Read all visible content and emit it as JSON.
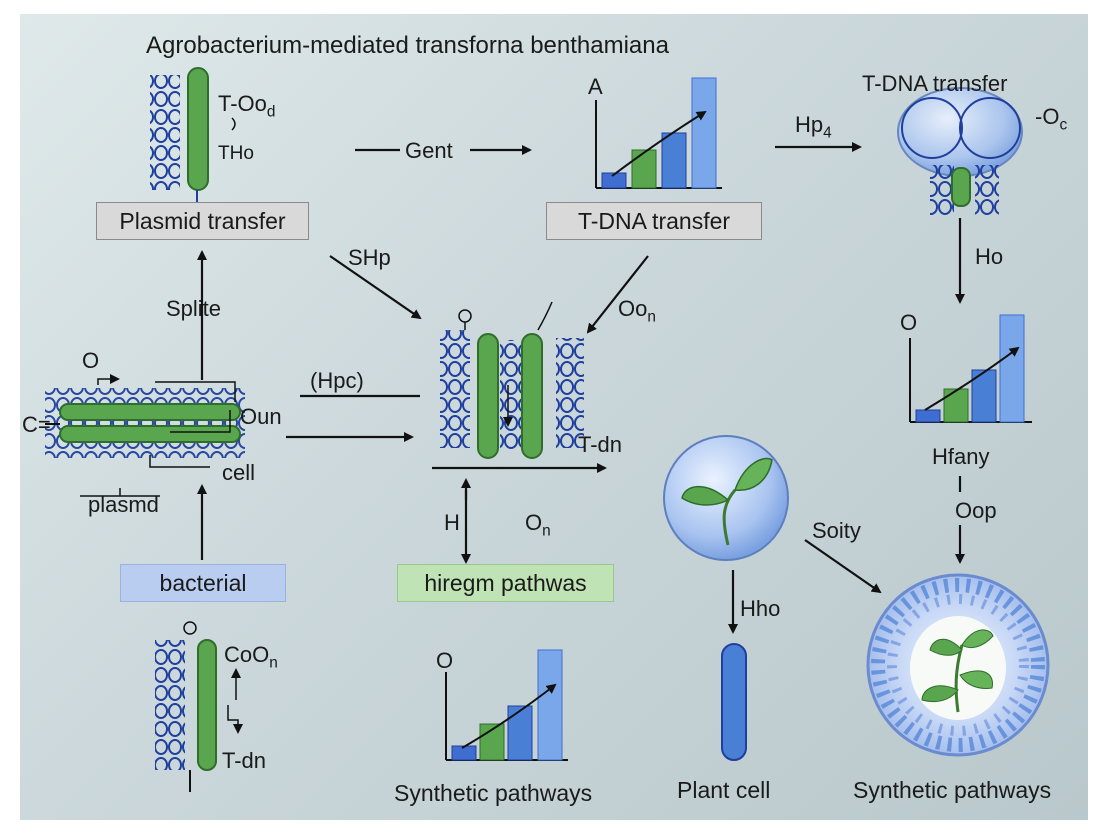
{
  "title": "Agrobacterium-mediated transforna benthamiana",
  "boxes": {
    "plasmid_transfer": "Plasmid transfer",
    "tdna_transfer": "T-DNA transfer",
    "bacterial": "bacterial",
    "hiregm": "hiregm pathwas"
  },
  "labels": {
    "t_oo": "T-Oo",
    "t_oo_sub": "d",
    "tho": "THo",
    "gent": "Gent",
    "a": "A",
    "hp": "Hp",
    "hp_sub": "4",
    "tdna_transfer_top": "T-DNA transfer",
    "oc": "-O",
    "oc_sub": "c",
    "shp": "SHp",
    "ho": "Ho",
    "splite": "Splite",
    "oo_n": "Oo",
    "oo_n_sub": "n",
    "o_left": "O",
    "hpc": "(Hpc)",
    "c_eq": "C=",
    "oun": "Oun",
    "cell": "cell",
    "plasmd": "plasmd",
    "t_dn_mid": "T-dn",
    "o_right_chart": "O",
    "hfany": "Hfany",
    "h": "H",
    "o_n": "O",
    "o_n_sub": "n",
    "oop": "Oop",
    "soity": "Soity",
    "hho": "Hho",
    "coo_n": "CoO",
    "coo_n_sub": "n",
    "t_dn_bottom": "T-dn",
    "o_bottom_chart": "O",
    "synthetic_pathways_1": "Synthetic pathways",
    "plant_cell": "Plant cell",
    "synthetic_pathways_2": "Synthetic pathways"
  },
  "colors": {
    "green": "#5aa64f",
    "blue": "#4a7fd6",
    "dark_blue": "#1f3f9e",
    "light_blue": "#7aa7ea"
  }
}
